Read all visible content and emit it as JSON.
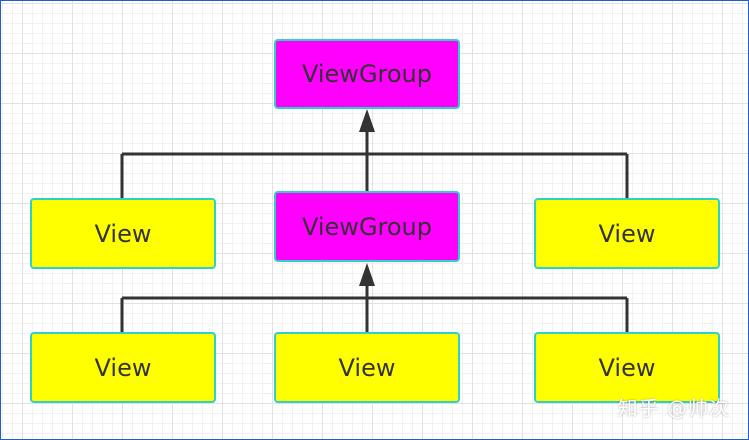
{
  "diagram": {
    "nodes": {
      "root": {
        "label": "ViewGroup"
      },
      "left": {
        "label": "View"
      },
      "middle": {
        "label": "ViewGroup"
      },
      "right": {
        "label": "View"
      },
      "bottom_left": {
        "label": "View"
      },
      "bottom_middle": {
        "label": "View"
      },
      "bottom_right": {
        "label": "View"
      }
    },
    "colors": {
      "viewgroup_fill": "#ff00ff",
      "view_fill": "#ffff00",
      "node_border": "#2fd0c6",
      "connector": "#333333"
    }
  },
  "watermark": {
    "text": "知乎 @帅次"
  }
}
